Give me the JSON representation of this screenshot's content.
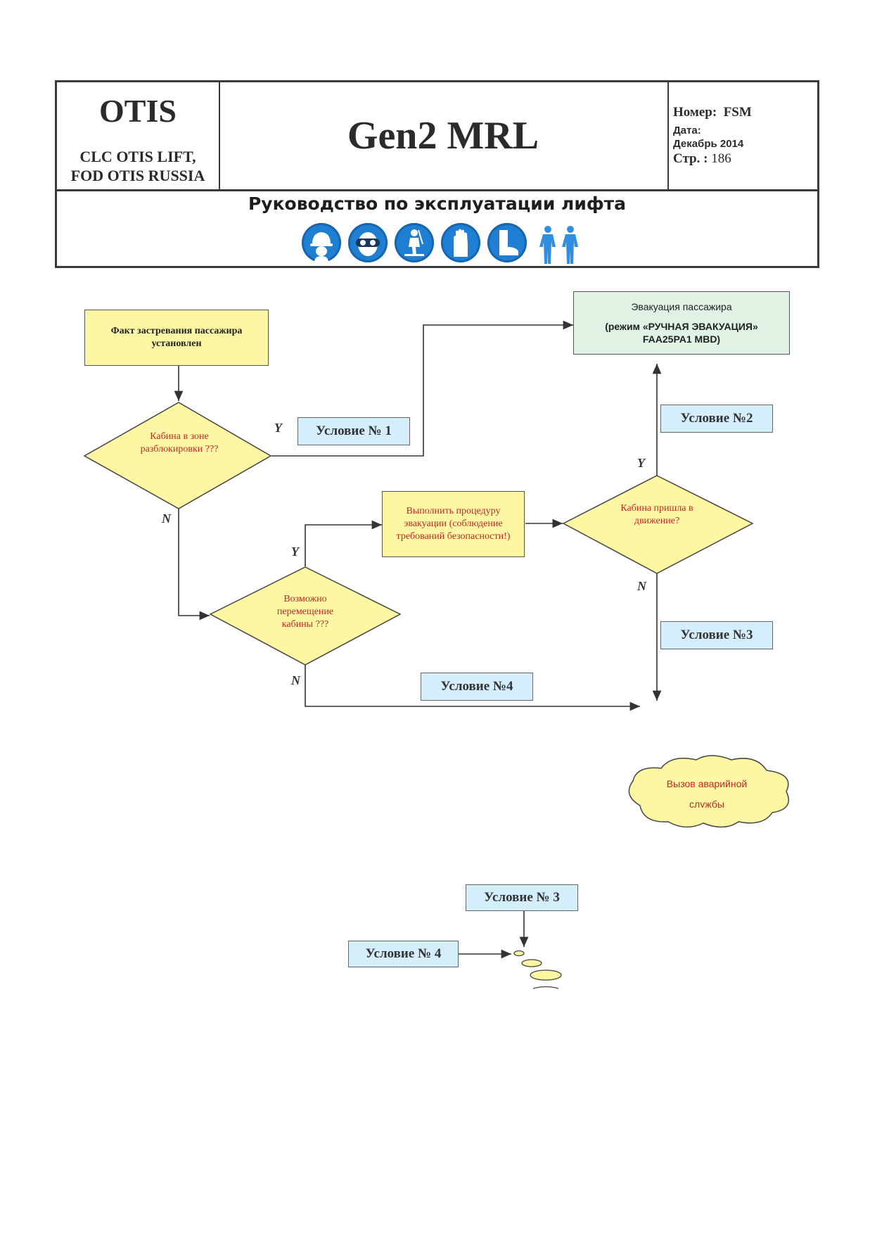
{
  "header": {
    "company": "OTIS",
    "company_sub1": "CLC OTIS LIFT,",
    "company_sub2": "FOD OTIS RUSSIA",
    "model": "Gen2 MRL",
    "number_label": "Номер:",
    "number_value": "FSM",
    "date_label": "Дата:",
    "date_value": "Декабрь 2014",
    "page_label": "Стр. :",
    "page_value": "186",
    "manual_title": "Руководство по эксплуатации лифта",
    "ppe_icons": [
      "helmet-icon",
      "goggles-icon",
      "harness-icon",
      "gloves-icon",
      "boots-icon",
      "two-persons-icon"
    ]
  },
  "flow": {
    "start": "Факт застревания пассажира установлен",
    "decision_unlock": "Кабина в зоне разблокировки ???",
    "decision_move": "Возможно перемещение кабины ???",
    "procedure": "Выполнить процедуру эвакуации (соблюдение требований безопасности!)",
    "decision_moved": "Кабина пришла в движение?",
    "evac_title": "Эвакуация пассажира",
    "evac_mode": "(режим «РУЧНАЯ ЭВАКУАЦИЯ»",
    "evac_code": "FAA25PA1 MBD)",
    "cond1": "Условие № 1",
    "cond2": "Условие №2",
    "cond3": "Условие №3",
    "cond4": "Условие №4",
    "cond3_b": "Условие № 3",
    "cond4_b": "Условие № 4",
    "cloud_line1": "Вызов аварийной",
    "cloud_line2": "службы",
    "yes": "Y",
    "no": "N"
  },
  "colors": {
    "decision_fill": "#fdf7a4",
    "condition_fill": "#d4eefc",
    "evac_fill": "#dff2e4",
    "decision_text": "#c0282a",
    "ppe_blue": "#1f7fd2"
  }
}
